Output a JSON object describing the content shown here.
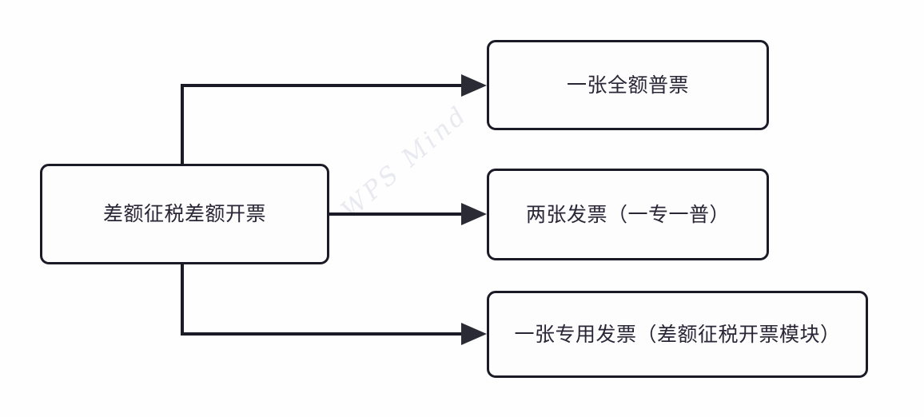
{
  "diagram": {
    "type": "flowchart",
    "title_watermark": "WPS Mind",
    "background_color": "#fefefe",
    "line_color": "#1b1b27",
    "text_color": "#2a2636",
    "source_node": {
      "id": "source",
      "label": "差额征税差额开票"
    },
    "target_nodes": [
      {
        "id": "target-1",
        "label": "一张全额普票"
      },
      {
        "id": "target-2",
        "label": "两张发票（一专一普）"
      },
      {
        "id": "target-3",
        "label": "一张专用发票（差额征税开票模块）"
      }
    ],
    "connectors": [
      {
        "id": "connector-1",
        "from": "source",
        "to": "target-1",
        "style": "elbow-up",
        "arrowhead": "filled-triangle"
      },
      {
        "id": "connector-2",
        "from": "source",
        "to": "target-2",
        "style": "straight",
        "arrowhead": "filled-triangle"
      },
      {
        "id": "connector-3",
        "from": "source",
        "to": "target-3",
        "style": "elbow-down",
        "arrowhead": "filled-triangle"
      }
    ]
  }
}
